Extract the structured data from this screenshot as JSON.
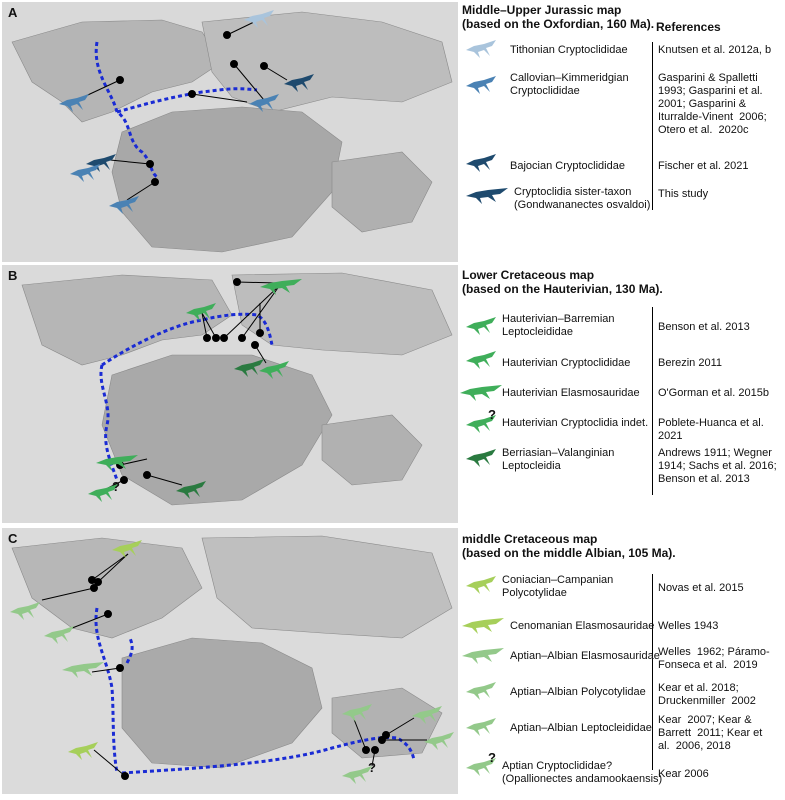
{
  "panels": [
    {
      "label": "A",
      "title_line1": "Middle–Upper Jurassic map",
      "title_line2": "(based on the Oxfordian, 160 Ma).",
      "references_header": "References",
      "items": [
        {
          "label": "Tithonian Cryptoclididae",
          "ref": "Knutsen et al.  2012a, b",
          "color": "#a9c4dc",
          "icon": "plesiosaur-icon"
        },
        {
          "label": "Callovian–Kimmeridgian\nCryptoclididae",
          "ref": "Gasparini & Spalletti\n1993; Gasparini et al.\n2001; Gasparini &\nIturralde-Vinent  2006;\nOtero et al.  2020c",
          "color": "#4a82b4",
          "icon": "plesiosaur-icon"
        },
        {
          "label": "Bajocian Cryptoclididae",
          "ref": "Fischer et al.  2021",
          "color": "#1e4a6e",
          "icon": "plesiosaur-icon"
        },
        {
          "label": "Cryptoclidia sister-taxon\n(Gondwananectes osvaldoi)",
          "ref": "This study",
          "color": "#1e4a6e",
          "icon": "plesiosaur-icon"
        }
      ]
    },
    {
      "label": "B",
      "title_line1": "Lower Cretaceous map",
      "title_line2": "(based on the Hauterivian, 130 Ma).",
      "items": [
        {
          "label": "Hauterivian–Barremian\nLeptocleididae",
          "ref": "Benson et al.  2013",
          "color": "#3fae5a",
          "icon": "plesiosaur-icon"
        },
        {
          "label": "Hauterivian Cryptoclididae",
          "ref": "Berezin  2011",
          "color": "#3fae5a",
          "icon": "plesiosaur-icon"
        },
        {
          "label": "Hauterivian Elasmosauridae",
          "ref": "O'Gorman et al.  2015b",
          "color": "#3fae5a",
          "icon": "elasmosaur-icon"
        },
        {
          "label": "Hauterivian Cryptoclidia indet.",
          "ref": "Poblete-Huanca et al.\n2021",
          "color": "#3fae5a",
          "icon": "plesiosaur-icon",
          "question": "?"
        },
        {
          "label": "Berriasian–Valanginian\nLeptocleidia",
          "ref": "Andrews 1911; Wegner\n1914; Sachs et al. 2016;\nBenson et al. 2013",
          "color": "#2a7a40",
          "icon": "plesiosaur-icon"
        }
      ]
    },
    {
      "label": "C",
      "title_line1": "middle Cretaceous map",
      "title_line2": "(based on the middle Albian, 105 Ma).",
      "items": [
        {
          "label": "Coniacian–Campanian\nPolycotylidae",
          "ref": "Novas et al.  2015",
          "color": "#a6cf5a",
          "icon": "plesiosaur-icon"
        },
        {
          "label": "Cenomanian Elasmosauridae",
          "ref": "Welles  1943",
          "color": "#a6cf5a",
          "icon": "elasmosaur-icon"
        },
        {
          "label": "Aptian–Albian Elasmosauridae",
          "ref": "Welles  1962; Páramo-\nFonseca et al.  2019",
          "color": "#93c98a",
          "icon": "elasmosaur-icon"
        },
        {
          "label": "Aptian–Albian Polycotylidae",
          "ref": "Kear et al. 2018;\nDruckenmiller  2002",
          "color": "#93c98a",
          "icon": "plesiosaur-icon"
        },
        {
          "label": "Aptian–Albian Leptocleididae",
          "ref": "Kear  2007; Kear &\nBarrett  2011; Kear et\nal.  2006, 2018",
          "color": "#93c98a",
          "icon": "plesiosaur-icon"
        },
        {
          "label": "Aptian Cryptoclididae?\n(Opallionectes andamookaensis)",
          "ref": "Kear  2006",
          "color": "#93c98a",
          "icon": "plesiosaur-icon",
          "question": "?"
        }
      ]
    }
  ]
}
